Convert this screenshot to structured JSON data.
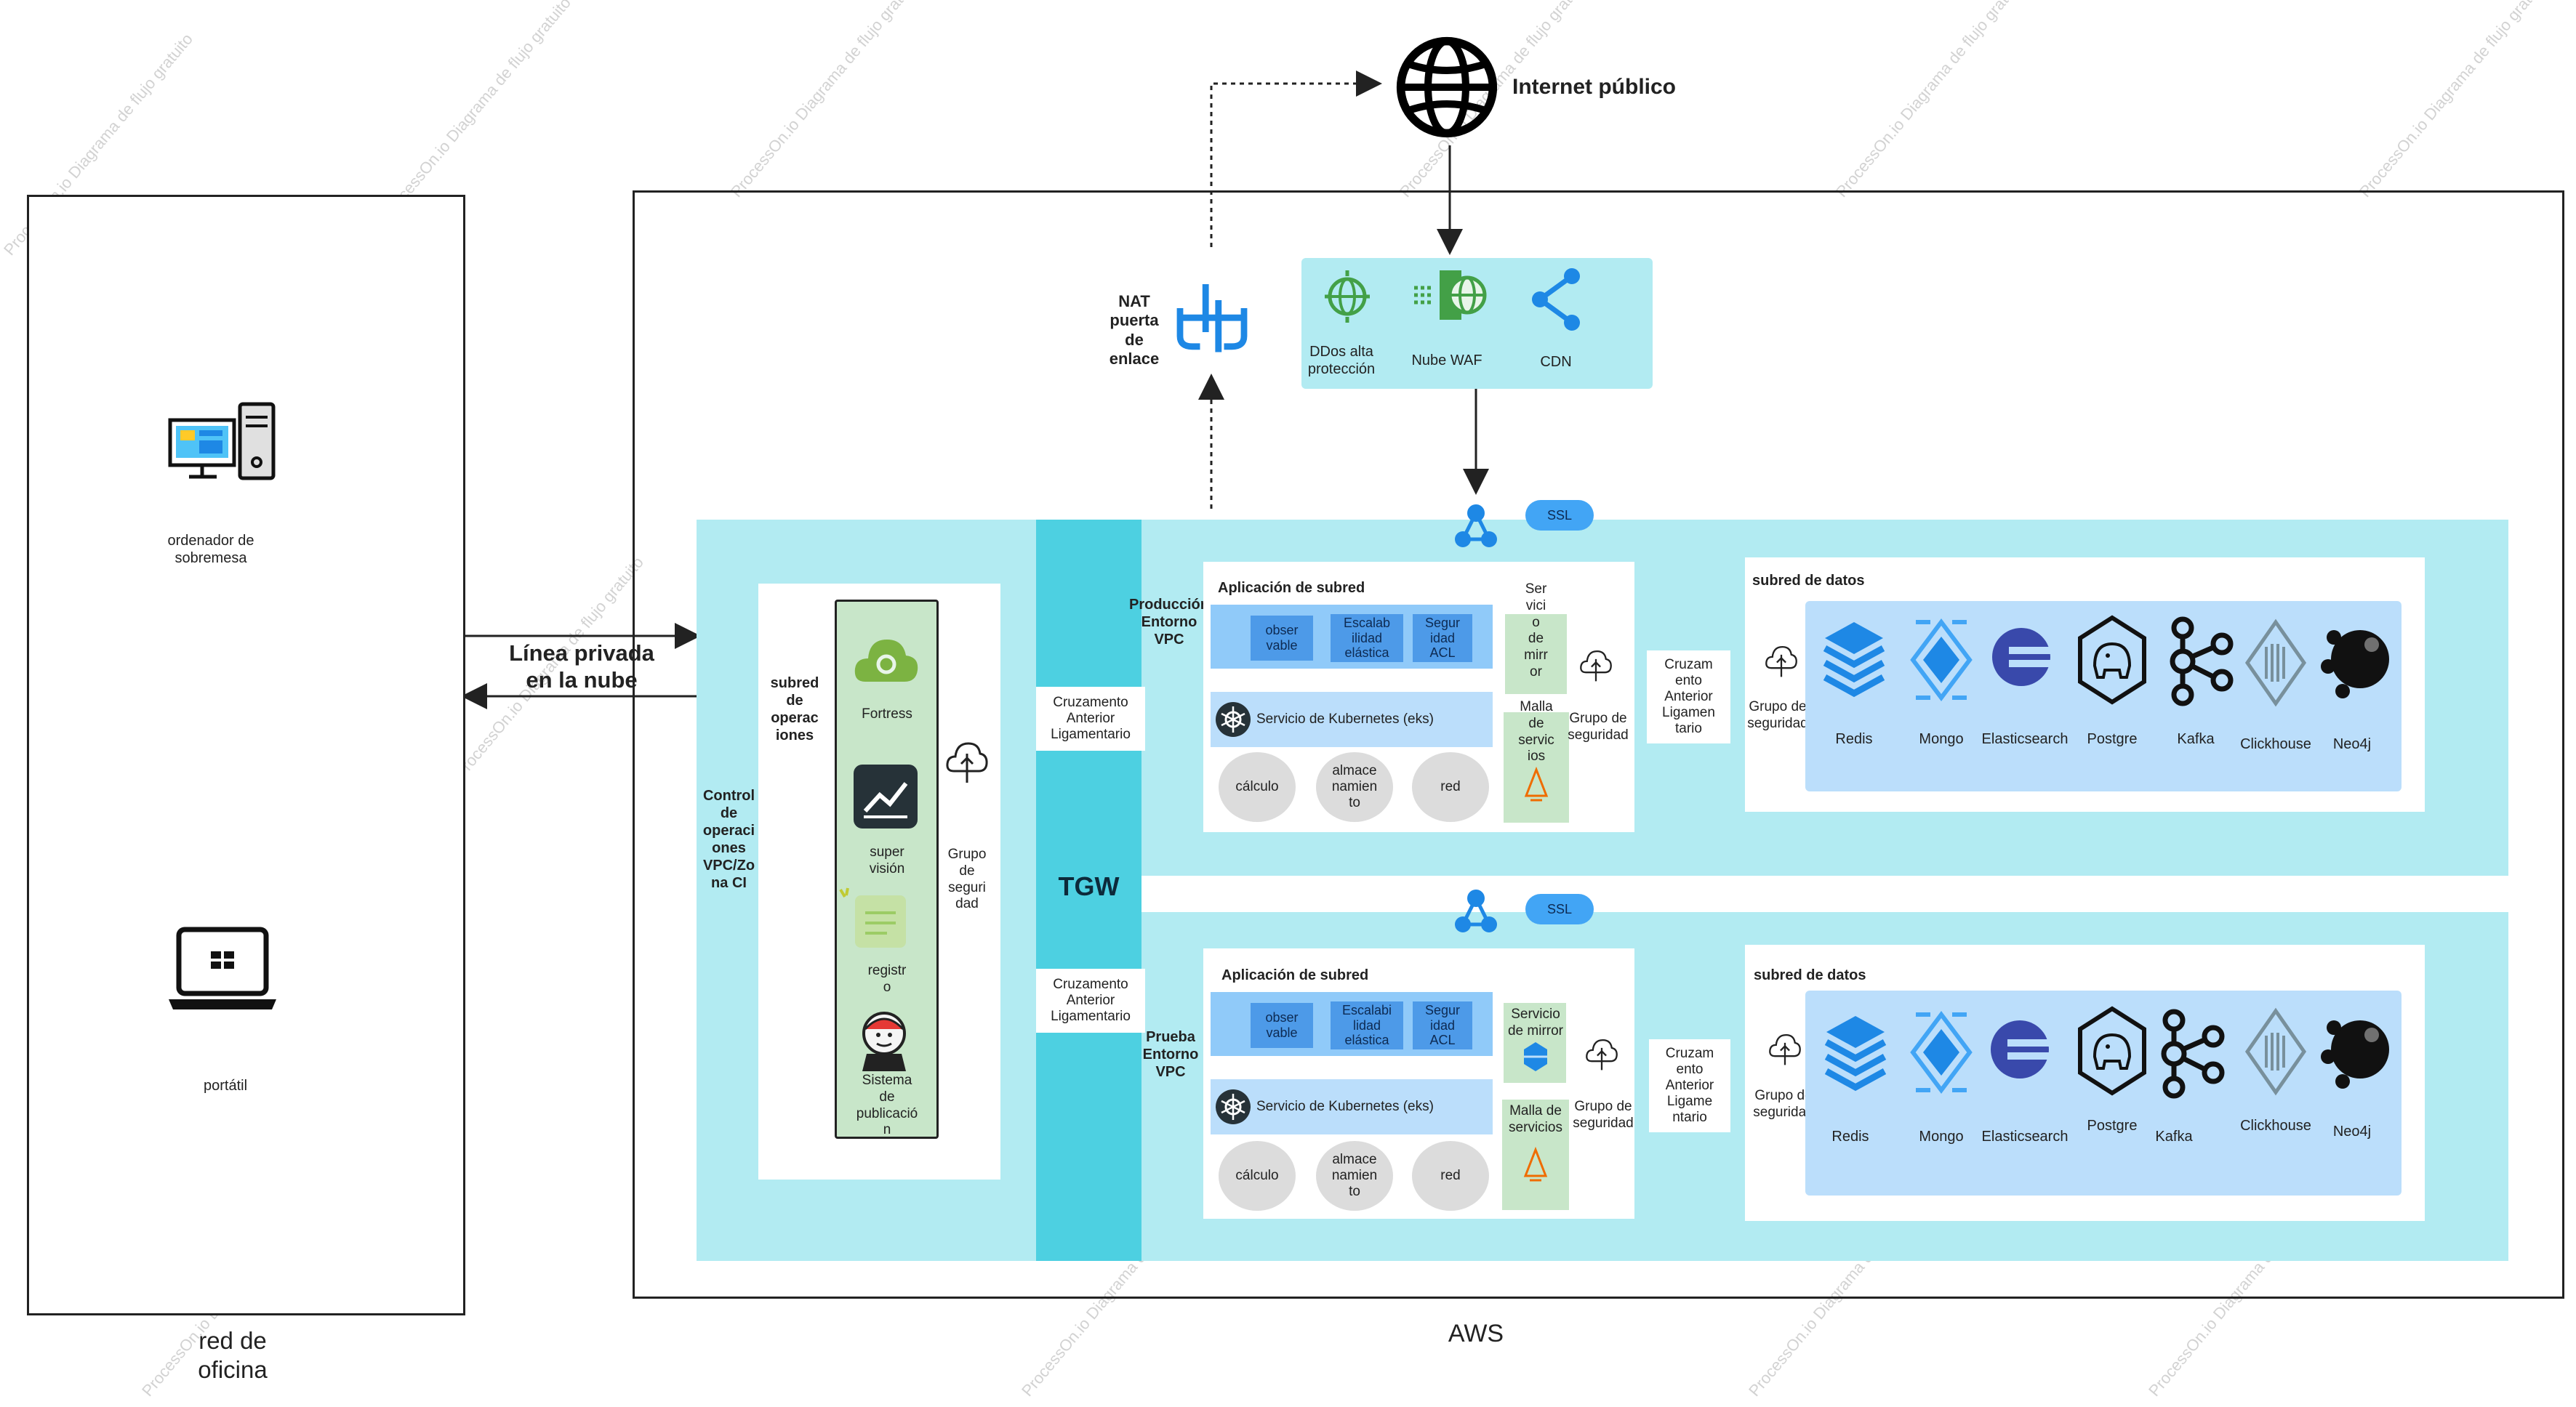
{
  "internet": "Internet público",
  "nat": "NAT\npuerta\nde\nenlace",
  "edge": {
    "ddos": "DDos alta\nprotección",
    "waf": "Nube WAF",
    "cdn": "CDN"
  },
  "office": {
    "desktop": "ordenador de\nsobremesa",
    "laptop": "portátil",
    "caption": "red de\noficina"
  },
  "aws_caption": "AWS",
  "private_line": "Línea privada\nen la nube",
  "ops_vpc": "Control\nde\noperaci\nones\nVPC/Zo\nna CI",
  "ops_subnet": "subred\nde\noperac\niones",
  "ops_tools": [
    "Fortress",
    "super\nvisión",
    "registr\no",
    "Sistema\nde\npublicació\nn"
  ],
  "ops_sg": "Grupo\nde\nseguri\ndad",
  "tgw": "TGW",
  "ssl": "SSL",
  "peering": "Cruzamento\nAnterior\nLigamentario",
  "prod": {
    "env": "Producción\nEntorno\nVPC",
    "app_title": "Aplicación de subred",
    "chips": [
      "obser\nvable",
      "Escalab\nilidad\nelástica",
      "Segur\nidad\nACL"
    ],
    "k8s": "Servicio de Kubernetes (eks)",
    "res": [
      "cálculo",
      "almace\nnamien\nto",
      "red"
    ],
    "mirror": "Ser\nvici\no\nde\nmirr\nor",
    "mesh": "Malla\nde\nservic\nios",
    "sg1": "Grupo de\nseguridad",
    "peer2": "Cruzam\nento\nAnterior\nLigamen\ntario",
    "sg2": "Grupo de\nseguridad",
    "data_title": "subred de datos",
    "dbs": [
      "Redis",
      "Mongo",
      "Elasticsearch",
      "Postgre",
      "Kafka",
      "Clickhouse",
      "Neo4j"
    ]
  },
  "test": {
    "env": "Prueba\nEntorno\nVPC",
    "app_title": "Aplicación de subred",
    "chips": [
      "obser\nvable",
      "Escalabi\nlidad\nelástica",
      "Segur\nidad\nACL"
    ],
    "k8s": "Servicio de Kubernetes (eks)",
    "res": [
      "cálculo",
      "almace\nnamien\nto",
      "red"
    ],
    "mirror": "Servicio\nde mirror",
    "mesh": "Malla de\nservicios",
    "sg1": "Grupo de\nseguridad",
    "peer2": "Cruzam\nento\nAnterior\nLigame\nntario",
    "sg2": "Grupo de\nseguridad",
    "data_title": "subred de datos",
    "dbs": [
      "Redis",
      "Mongo",
      "Elasticsearch",
      "Postgre",
      "Kafka",
      "Clickhouse",
      "Neo4j"
    ]
  },
  "watermark": "ProcessOn.io Diagrama de flujo gratuito",
  "colors": {
    "cyan_panel": "#b2ebf2",
    "tgw": "#4dd0e1",
    "chip": "#4d9ae8",
    "db_area": "#bbdefb",
    "ops_tools_bg": "#c8e6c9"
  }
}
